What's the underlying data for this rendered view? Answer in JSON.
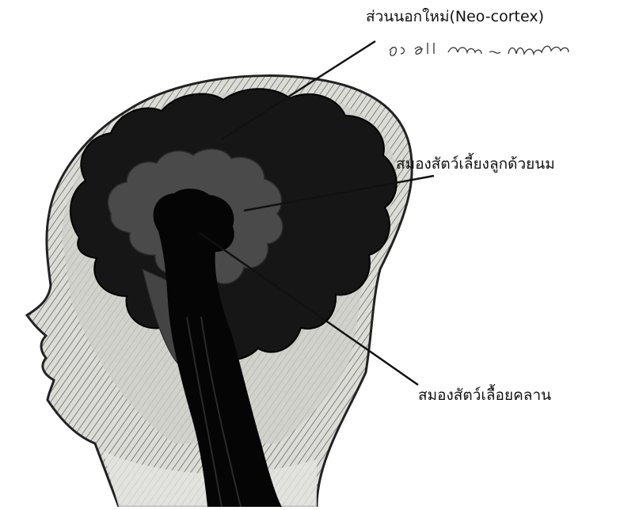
{
  "labels": {
    "neo_cortex": "ส่วนนอกใหม่(Neo-cortex)",
    "mammal_brain": "สมองสัตว์เลี้ยงลูกด้วยนม",
    "reptile_brain": "สมองสัตว์เลื้อยคลาน"
  },
  "handwritten_note": "ลี cell สมอง ~ แยกลันต์",
  "colors": {
    "skin": "#d8d8d2",
    "hatch": "#555555",
    "outer_brain": "#161616",
    "mammal_brain": "#4a4a4a",
    "reptile_brain": "#050505",
    "leader_line": "#111111"
  }
}
